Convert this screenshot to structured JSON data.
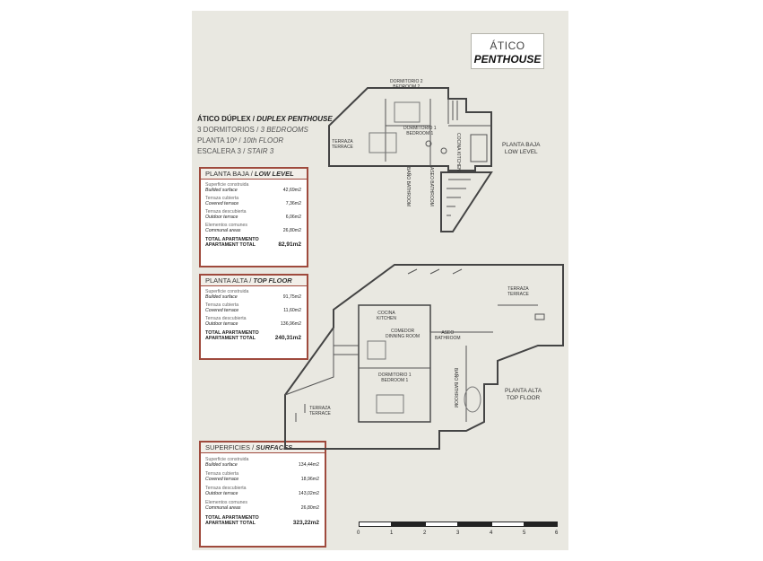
{
  "brand": {
    "line1": "ÁTICO",
    "line2": "PENTHOUSE"
  },
  "intro": {
    "l1_es": "ÁTICO DÚPLEX /",
    "l1_en": "DUPLEX PENTHOUSE",
    "l2_es": "3 DORMITORIOS /",
    "l2_en": "3 BEDROOMS",
    "l3_es": "PLANTA 10ª /",
    "l3_en": "10th FLOOR",
    "l4_es": "ESCALERA 3 /",
    "l4_en": "STAIR 3"
  },
  "low_level": {
    "title_es": "PLANTA BAJA /",
    "title_en": "LOW LEVEL",
    "rows": [
      {
        "es": "Superficie construida",
        "en": "Builded surface",
        "value": "42,69m2"
      },
      {
        "es": "Terraza cubierta",
        "en": "Covered terrace",
        "value": "7,36m2"
      },
      {
        "es": "Terraza descubierta",
        "en": "Outdoor terrace",
        "value": "6,06m2"
      },
      {
        "es": "Elementos comunes",
        "en": "Communal areas",
        "value": "26,80m2"
      }
    ],
    "total_es": "TOTAL APARTAMENTO",
    "total_en": "APARTAMENT TOTAL",
    "total_value": "82,91m2"
  },
  "top_floor": {
    "title_es": "PLANTA ALTA /",
    "title_en": "TOP FLOOR",
    "rows": [
      {
        "es": "Superficie construida",
        "en": "Builded surface",
        "value": "91,75m2"
      },
      {
        "es": "Terraza cubierta",
        "en": "Covered terrace",
        "value": "11,60m2"
      },
      {
        "es": "Terraza descubierta",
        "en": "Outdoor terrace",
        "value": "136,96m2"
      }
    ],
    "total_es": "TOTAL APARTAMENTO",
    "total_en": "APARTAMENT TOTAL",
    "total_value": "240,31m2"
  },
  "surfaces": {
    "title_es": "SUPERFICIES /",
    "title_en": "SURFACES",
    "rows": [
      {
        "es": "Superficie construida",
        "en": "Builded surface",
        "value": "134,44m2"
      },
      {
        "es": "Terraza cubierta",
        "en": "Covered terrace",
        "value": "18,96m2"
      },
      {
        "es": "Terraza descubierta",
        "en": "Outdoor terrace",
        "value": "143,02m2"
      },
      {
        "es": "Elementos comunes",
        "en": "Communal areas",
        "value": "26,80m2"
      }
    ],
    "total_es": "TOTAL APARTAMENTO",
    "total_en": "APARTAMENT TOTAL",
    "total_value": "323,22m2"
  },
  "plan_labels": {
    "low_es": "PLANTA BAJA",
    "low_en": "LOW LEVEL",
    "top_es": "PLANTA ALTA",
    "top_en": "TOP FLOOR"
  },
  "rooms_low": {
    "dorm2_es": "DORMITORIO 2",
    "dorm2_en": "BEDROOM 2",
    "dorm1_es": "DORMITORIO 1",
    "dorm1_en": "BEDROOM 1",
    "terr_es": "TERRAZA",
    "terr_en": "TERRACE",
    "bano_es": "BAÑO",
    "bano_en": "BATHROOM",
    "aseo_es": "ASEO",
    "aseo_en": "BATHROOM",
    "cocina_es": "COCINA",
    "cocina_en": "KITCHEN"
  },
  "rooms_top": {
    "terr1_es": "TERRAZA",
    "terr1_en": "TERRACE",
    "cocina_es": "COCINA",
    "cocina_en": "KITCHEN",
    "comedor_es": "COMEDOR",
    "comedor_en": "DINNING ROOM",
    "aseo_es": "ASEO",
    "aseo_en": "BATHROOM",
    "dorm_es": "DORMITORIO 1",
    "dorm_en": "BEDROOM 1",
    "bano_es": "BAÑO",
    "bano_en": "BATHROOM",
    "terr2_es": "TERRAZA",
    "terr2_en": "TERRACE"
  },
  "scale": {
    "ticks": [
      "0",
      "1",
      "2",
      "3",
      "4",
      "5",
      "6"
    ]
  },
  "colors": {
    "panel_border": "#9f4a3d",
    "sheet_bg": "#e9e8e1"
  }
}
